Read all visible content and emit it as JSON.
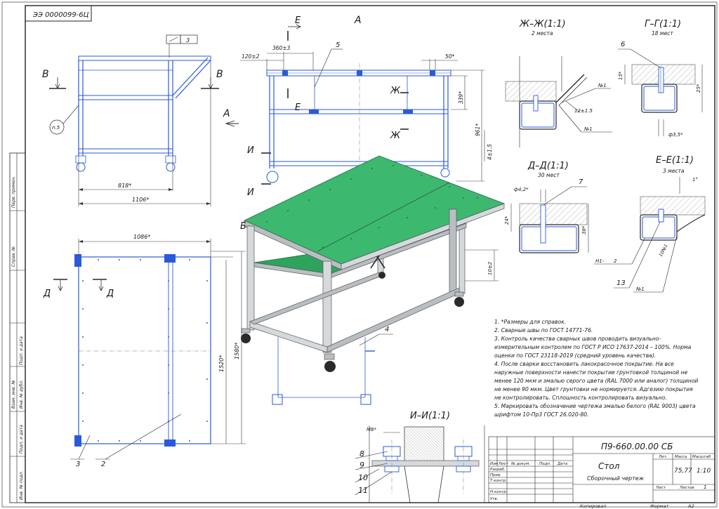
{
  "doc_code_rotated": "ЭЭ 0000099-6Ц",
  "left_strip": [
    "Перв. примен.",
    "Справ. №",
    "Подп. и дата",
    "Инв. № дубл.",
    "Взам. инв. №",
    "Подп. и дата",
    "Инв. № подл."
  ],
  "view_labels": {
    "A_top": "А",
    "A_left": "А",
    "B_left1": "В",
    "B_left2": "В",
    "E_top": "Е",
    "E_mid": "Е",
    "Zh_top": "Ж",
    "Zh_bot": "Ж",
    "I_top": "И",
    "I_bot": "И",
    "D1": "Д",
    "D2": "Д",
    "B_iso": "Б"
  },
  "side_view": {
    "leader_box": "3",
    "weld": "п.5",
    "dim_818": "818*",
    "dim_1106": "1106*"
  },
  "front_view": {
    "dim_120": "120±2",
    "dim_360": "360±3",
    "pos5": "5",
    "dim_50": "50*",
    "dim_339": "339*",
    "dim_961": "961*",
    "dim_4": "4±1.5"
  },
  "plan_view": {
    "dim_1086": "1086*",
    "dim_1520": "1520*",
    "dim_1580": "1580*",
    "pos3": "3",
    "pos2": "2"
  },
  "iso": {
    "pos4": "4",
    "dim_10": "10±2"
  },
  "sections": {
    "zh": {
      "title": "Ж–Ж(1:1)",
      "sub": "2 места",
      "n1a": "№1",
      "n1b": "№1",
      "dim": "12±1.5"
    },
    "g": {
      "title": "Г–Г(1:1)",
      "sub": "18 мест",
      "pos": "6",
      "d15": "15*",
      "d25": "25*",
      "d35": "ф3,5*"
    },
    "d": {
      "title": "Д–Д(1:1)",
      "sub": "30 мест",
      "pos": "7",
      "d42": "ф4,2*",
      "d24": "24*",
      "d38": "38*"
    },
    "e": {
      "title": "Е–Е(1:1)",
      "sub": "3 места",
      "deg": "1°",
      "pos13": "13",
      "n1": "№1",
      "h1": "Н1-",
      "h1b": "2",
      "weld": "10№1"
    },
    "i": {
      "title": "И–И(1:1)",
      "m8": "М8*",
      "pos": [
        "8",
        "9",
        "10",
        "11"
      ]
    }
  },
  "notes": [
    "1. *Размеры для справок.",
    "2. Сварные швы по ГОСТ 14771-76.",
    "3. Контроль качества сварных швов проводить визуально-",
    "измерительным контролем по ГОСТ Р ИСО 17637-2014 – 100%. Норма",
    "оценки по ГОСТ 23118-2019 (средний уровень качества).",
    "4. После сварки восстановить лакокрасочное покрытие. На все",
    "наружные поверхности нанести покрытие грунтовкой толщиной не",
    "менее 120 мкм и эмалью серого цвета (RAL 7000 или аналог) толщиной",
    "не менее 90 мкм. Цвет грунтовки не нормируется. Адгезию покрытия",
    "не контролировать. Сплошность контролировать визуально.",
    "5. Маркировать обозначение чертежа эмалью белого (RAL 9003) цвета",
    "шрифтом 10-Пр3 ГОСТ 26.020-80."
  ],
  "title_block": {
    "designation": "П9-660.00.00 СБ",
    "name": "Стол",
    "doc_type": "Сборочный чертеж",
    "lit": "Лит.",
    "mass": "Масса",
    "scale": "Масштаб",
    "mass_value": "75,77",
    "scale_value": "1:10",
    "sheet": "Лист",
    "sheets": "Листов",
    "sheets_value": "1",
    "cols": [
      "Изм",
      "Лист",
      "№ докум.",
      "Подп.",
      "Дата"
    ],
    "rows": [
      "Разраб.",
      "Пров.",
      "Т.контр.",
      "",
      "Н.контр.",
      "Утв."
    ],
    "copied": "Копировал",
    "format": "Формат",
    "format_value": "А2"
  }
}
